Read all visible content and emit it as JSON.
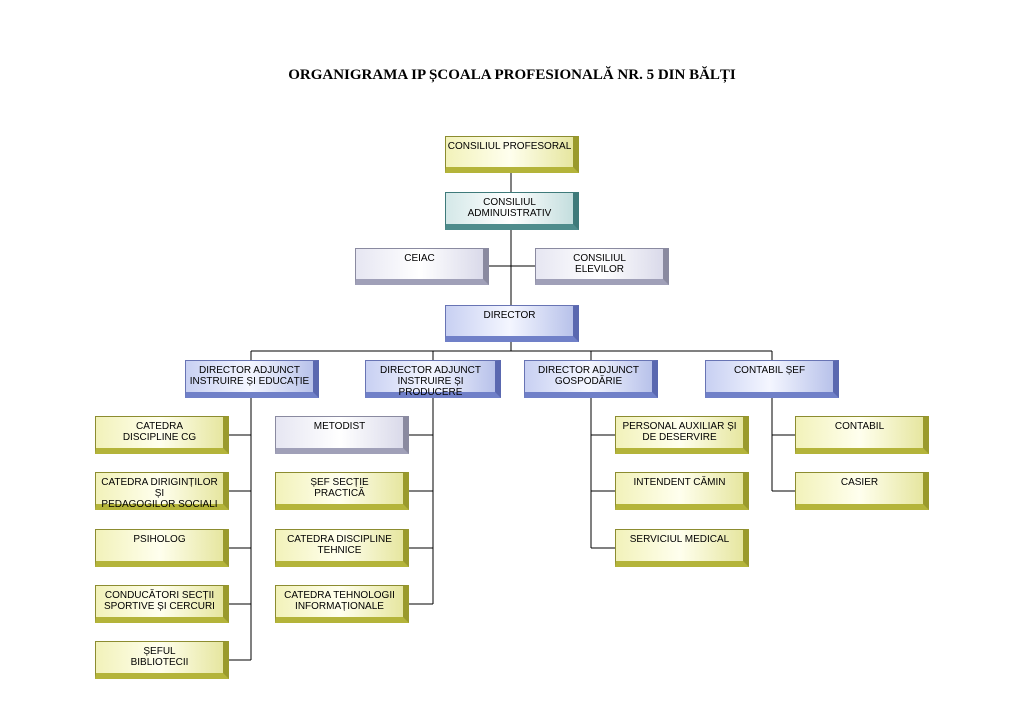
{
  "title": "ORGANIGRAMA IP ȘCOALA PROFESIONALĂ NR. 5 DIN BĂLȚI",
  "colors": {
    "yellow": "#ffffcc",
    "blue": "#c8d0f2",
    "light": "#f0f0f8",
    "teal": "#d4e8e8",
    "line": "#000000"
  },
  "nodes": {
    "consiliul_profesoral": "CONSILIUL PROFESORAL",
    "consiliul_administrativ": "CONSILIUL\nADMINUISTRATIV",
    "ceiac": "CEIAC",
    "consiliul_elevilor": "CONSILIUL\nELEVILOR",
    "director": "DIRECTOR",
    "da_educatie": "DIRECTOR ADJUNCT\nINSTRUIRE ȘI EDUCAȚIE",
    "da_producere": "DIRECTOR ADJUNCT\nINSTRUIRE ȘI PRODUCERE",
    "da_gospodarie": "DIRECTOR ADJUNCT\nGOSPODĂRIE",
    "contabil_sef": "CONTABIL ȘEF",
    "catedra_cg": "CATEDRA\nDISCIPLINE CG",
    "catedra_diriginti": "CATEDRA DIRIGINȚILOR ȘI\nPEDAGOGILOR SOCIALI",
    "psiholog": "PSIHOLOG",
    "conducatori": "CONDUCĂTORI SECȚII\nSPORTIVE ȘI CERCURI",
    "seful_bibliotecii": "ȘEFUL\nBIBLIOTECII",
    "metodist": "METODIST",
    "sef_sectie": "ȘEF SECȚIE\nPRACTICĂ",
    "catedra_tehnice": "CATEDRA DISCIPLINE\nTEHNICE",
    "catedra_ti": "CATEDRA TEHNOLOGII\nINFORMAȚIONALE",
    "personal_auxiliar": "PERSONAL AUXILIAR ȘI\nDE DESERVIRE",
    "intendent": "INTENDENT CĂMIN",
    "serviciul_medical": "SERVICIUL MEDICAL",
    "contabil": "CONTABIL",
    "casier": "CASIER"
  }
}
